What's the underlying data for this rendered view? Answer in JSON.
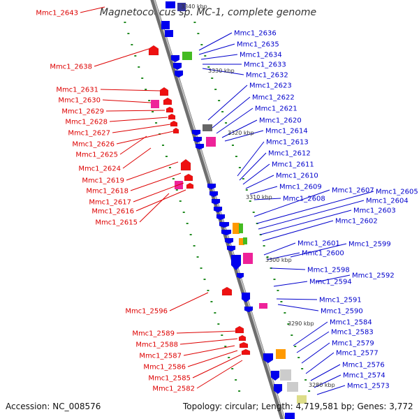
{
  "title": "Magnetococcus sp. MC-1, complete genome",
  "footer": {
    "accession": "Accession: NC_008576",
    "summary": "Topology: circular; Length: 4,719,581 bp; Genes: 3,772"
  },
  "colors": {
    "left_label": "#dd0000",
    "right_label": "#0000cc",
    "backbone": "#808080",
    "tick": "#228b22"
  },
  "ruler_labels": [
    "3340 kbp",
    "3330 kbp",
    "3320 kbp",
    "3310 kbp",
    "3300 kbp",
    "3290 kbp",
    "3280 kbp"
  ],
  "left_genes": [
    "Mmc1_2643",
    "Mmc1_2638",
    "Mmc1_2631",
    "Mmc1_2630",
    "Mmc1_2629",
    "Mmc1_2628",
    "Mmc1_2627",
    "Mmc1_2626",
    "Mmc1_2625",
    "Mmc1_2624",
    "Mmc1_2619",
    "Mmc1_2618",
    "Mmc1_2617",
    "Mmc1_2616",
    "Mmc1_2615",
    "Mmc1_2596",
    "Mmc1_2589",
    "Mmc1_2588",
    "Mmc1_2587",
    "Mmc1_2586",
    "Mmc1_2585",
    "Mmc1_2582"
  ],
  "right_genes": [
    "Mmc1_2636",
    "Mmc1_2635",
    "Mmc1_2634",
    "Mmc1_2633",
    "Mmc1_2632",
    "Mmc1_2623",
    "Mmc1_2622",
    "Mmc1_2621",
    "Mmc1_2620",
    "Mmc1_2614",
    "Mmc1_2613",
    "Mmc1_2612",
    "Mmc1_2611",
    "Mmc1_2610",
    "Mmc1_2609",
    "Mmc1_2608",
    "Mmc1_2607",
    "Mmc1_2605",
    "Mmc1_2604",
    "Mmc1_2603",
    "Mmc1_2602",
    "Mmc1_2601",
    "Mmc1_2600",
    "Mmc1_2599",
    "Mmc1_2598",
    "Mmc1_2594",
    "Mmc1_2592",
    "Mmc1_2591",
    "Mmc1_2590",
    "Mmc1_2584",
    "Mmc1_2583",
    "Mmc1_2579",
    "Mmc1_2577",
    "Mmc1_2576",
    "Mmc1_2574",
    "Mmc1_2573"
  ]
}
